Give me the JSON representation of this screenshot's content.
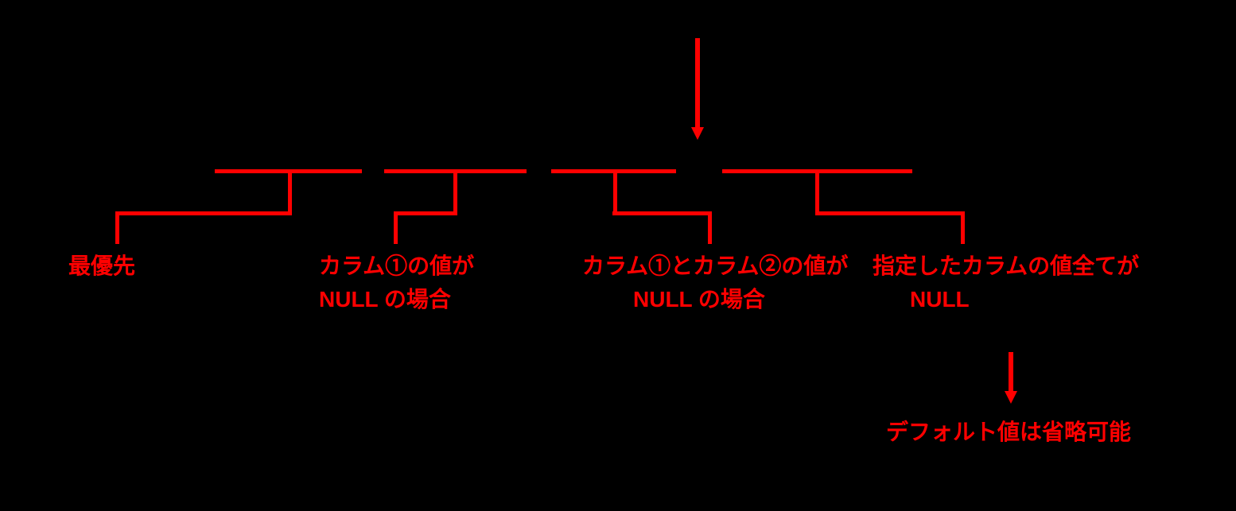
{
  "diagram": {
    "background_color": "#000000",
    "line_color": "#ff0000",
    "callouts": {
      "highest_priority": "最優先",
      "column1_line1": "カラム①の値が",
      "column1_line2": "NULL の場合",
      "column1_column2_line1": "カラム①とカラム②の値が",
      "column1_column2_line2": "NULL の場合",
      "all_columns_line1": "指定したカラムの値全てが",
      "all_columns_line2": "NULL",
      "default_note": "デフォルト値は省略可能"
    }
  }
}
